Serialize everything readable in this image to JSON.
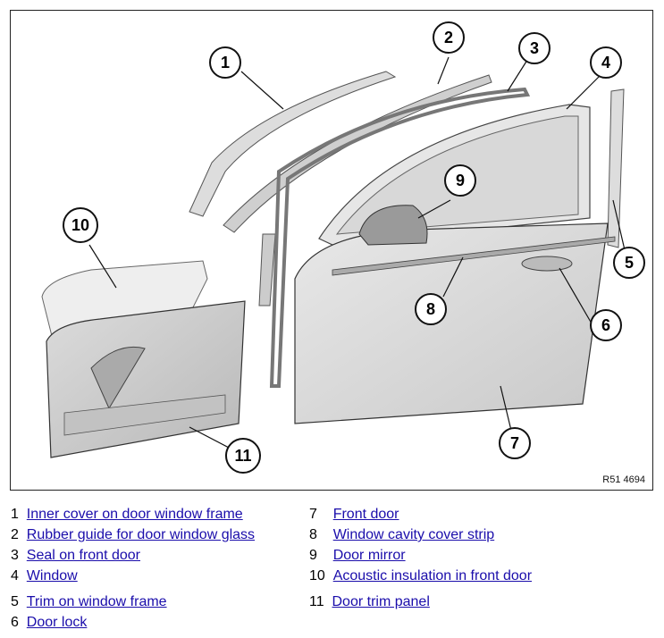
{
  "figure": {
    "reference": "R51 4694",
    "callouts": [
      "1",
      "2",
      "3",
      "4",
      "5",
      "6",
      "7",
      "8",
      "9",
      "10",
      "11"
    ]
  },
  "legend": [
    {
      "num": "1",
      "label": "Inner cover on door window frame"
    },
    {
      "num": "2",
      "label": "Rubber guide for door window glass"
    },
    {
      "num": "3",
      "label": "Seal on front door"
    },
    {
      "num": "4",
      "label": "Window"
    },
    {
      "num": "5",
      "label": "Trim on window frame"
    },
    {
      "num": "6",
      "label": "Door lock"
    },
    {
      "num": "7",
      "label": "Front door"
    },
    {
      "num": "8",
      "label": "Window cavity cover strip"
    },
    {
      "num": "9",
      "label": "Door mirror"
    },
    {
      "num": "10",
      "label": "Acoustic insulation in front door"
    },
    {
      "num": "11",
      "label": "Door trim panel"
    }
  ]
}
